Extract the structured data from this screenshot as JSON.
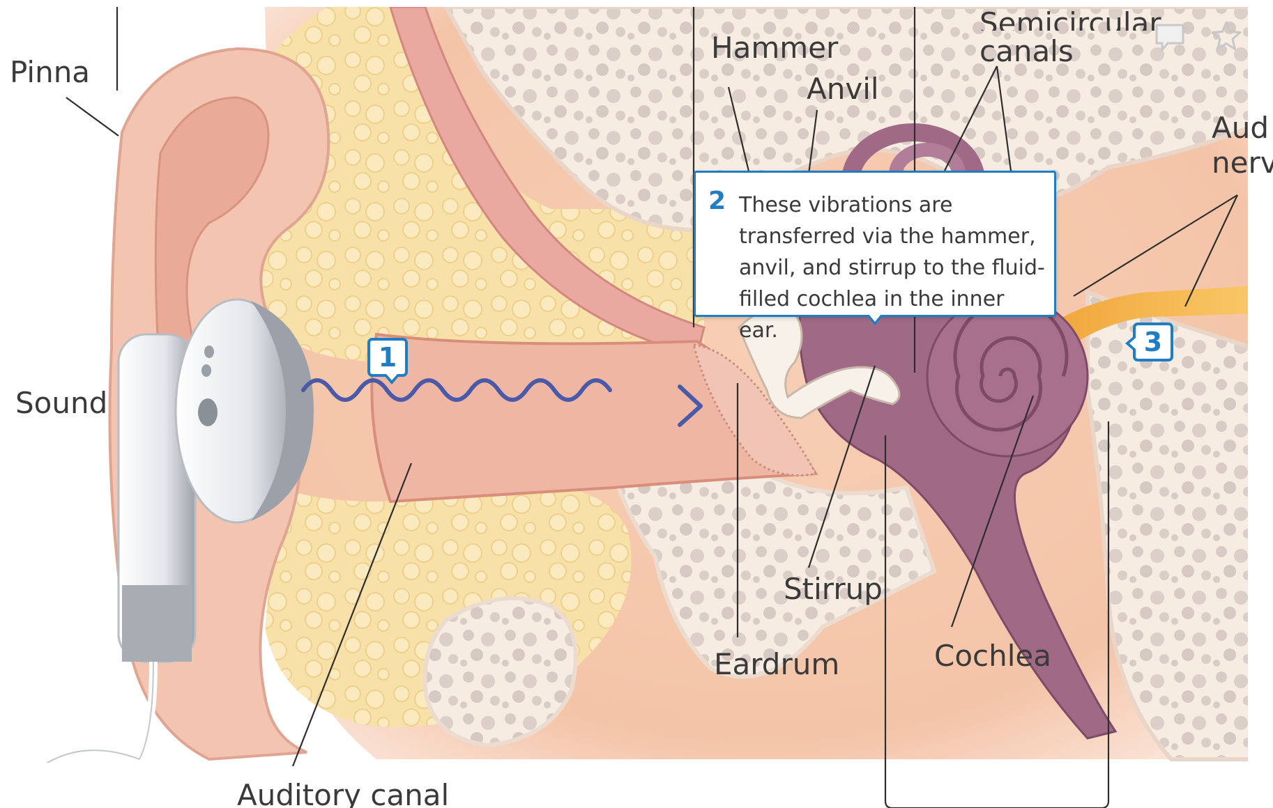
{
  "labels": {
    "pinna": "Pinna",
    "sound": "Sound",
    "auditory_canal": "Auditory canal",
    "hammer": "Hammer",
    "anvil": "Anvil",
    "semicircular": "Semicircular",
    "canals": "canals",
    "auditory_nerve_line1": "Aud",
    "auditory_nerve_line2": "nerv",
    "stirrup": "Stirrup",
    "eardrum": "Eardrum",
    "cochlea": "Cochlea"
  },
  "markers": {
    "step1": "1",
    "step3": "3"
  },
  "callout": {
    "number": "2",
    "text": "These vibrations are transferred via the hammer, anvil, and stirrup to the fluid-filled cochlea in the inner ear."
  },
  "toolbar": {
    "comment_icon": "speech-bubble",
    "favorite_icon": "star-outline"
  },
  "colors": {
    "accent": "#1f7ec3",
    "sound_wave": "#4a5aa8",
    "skin": "#f2c9b3",
    "inner_ear": "#a06a86",
    "nerve": "#f5b84a"
  }
}
